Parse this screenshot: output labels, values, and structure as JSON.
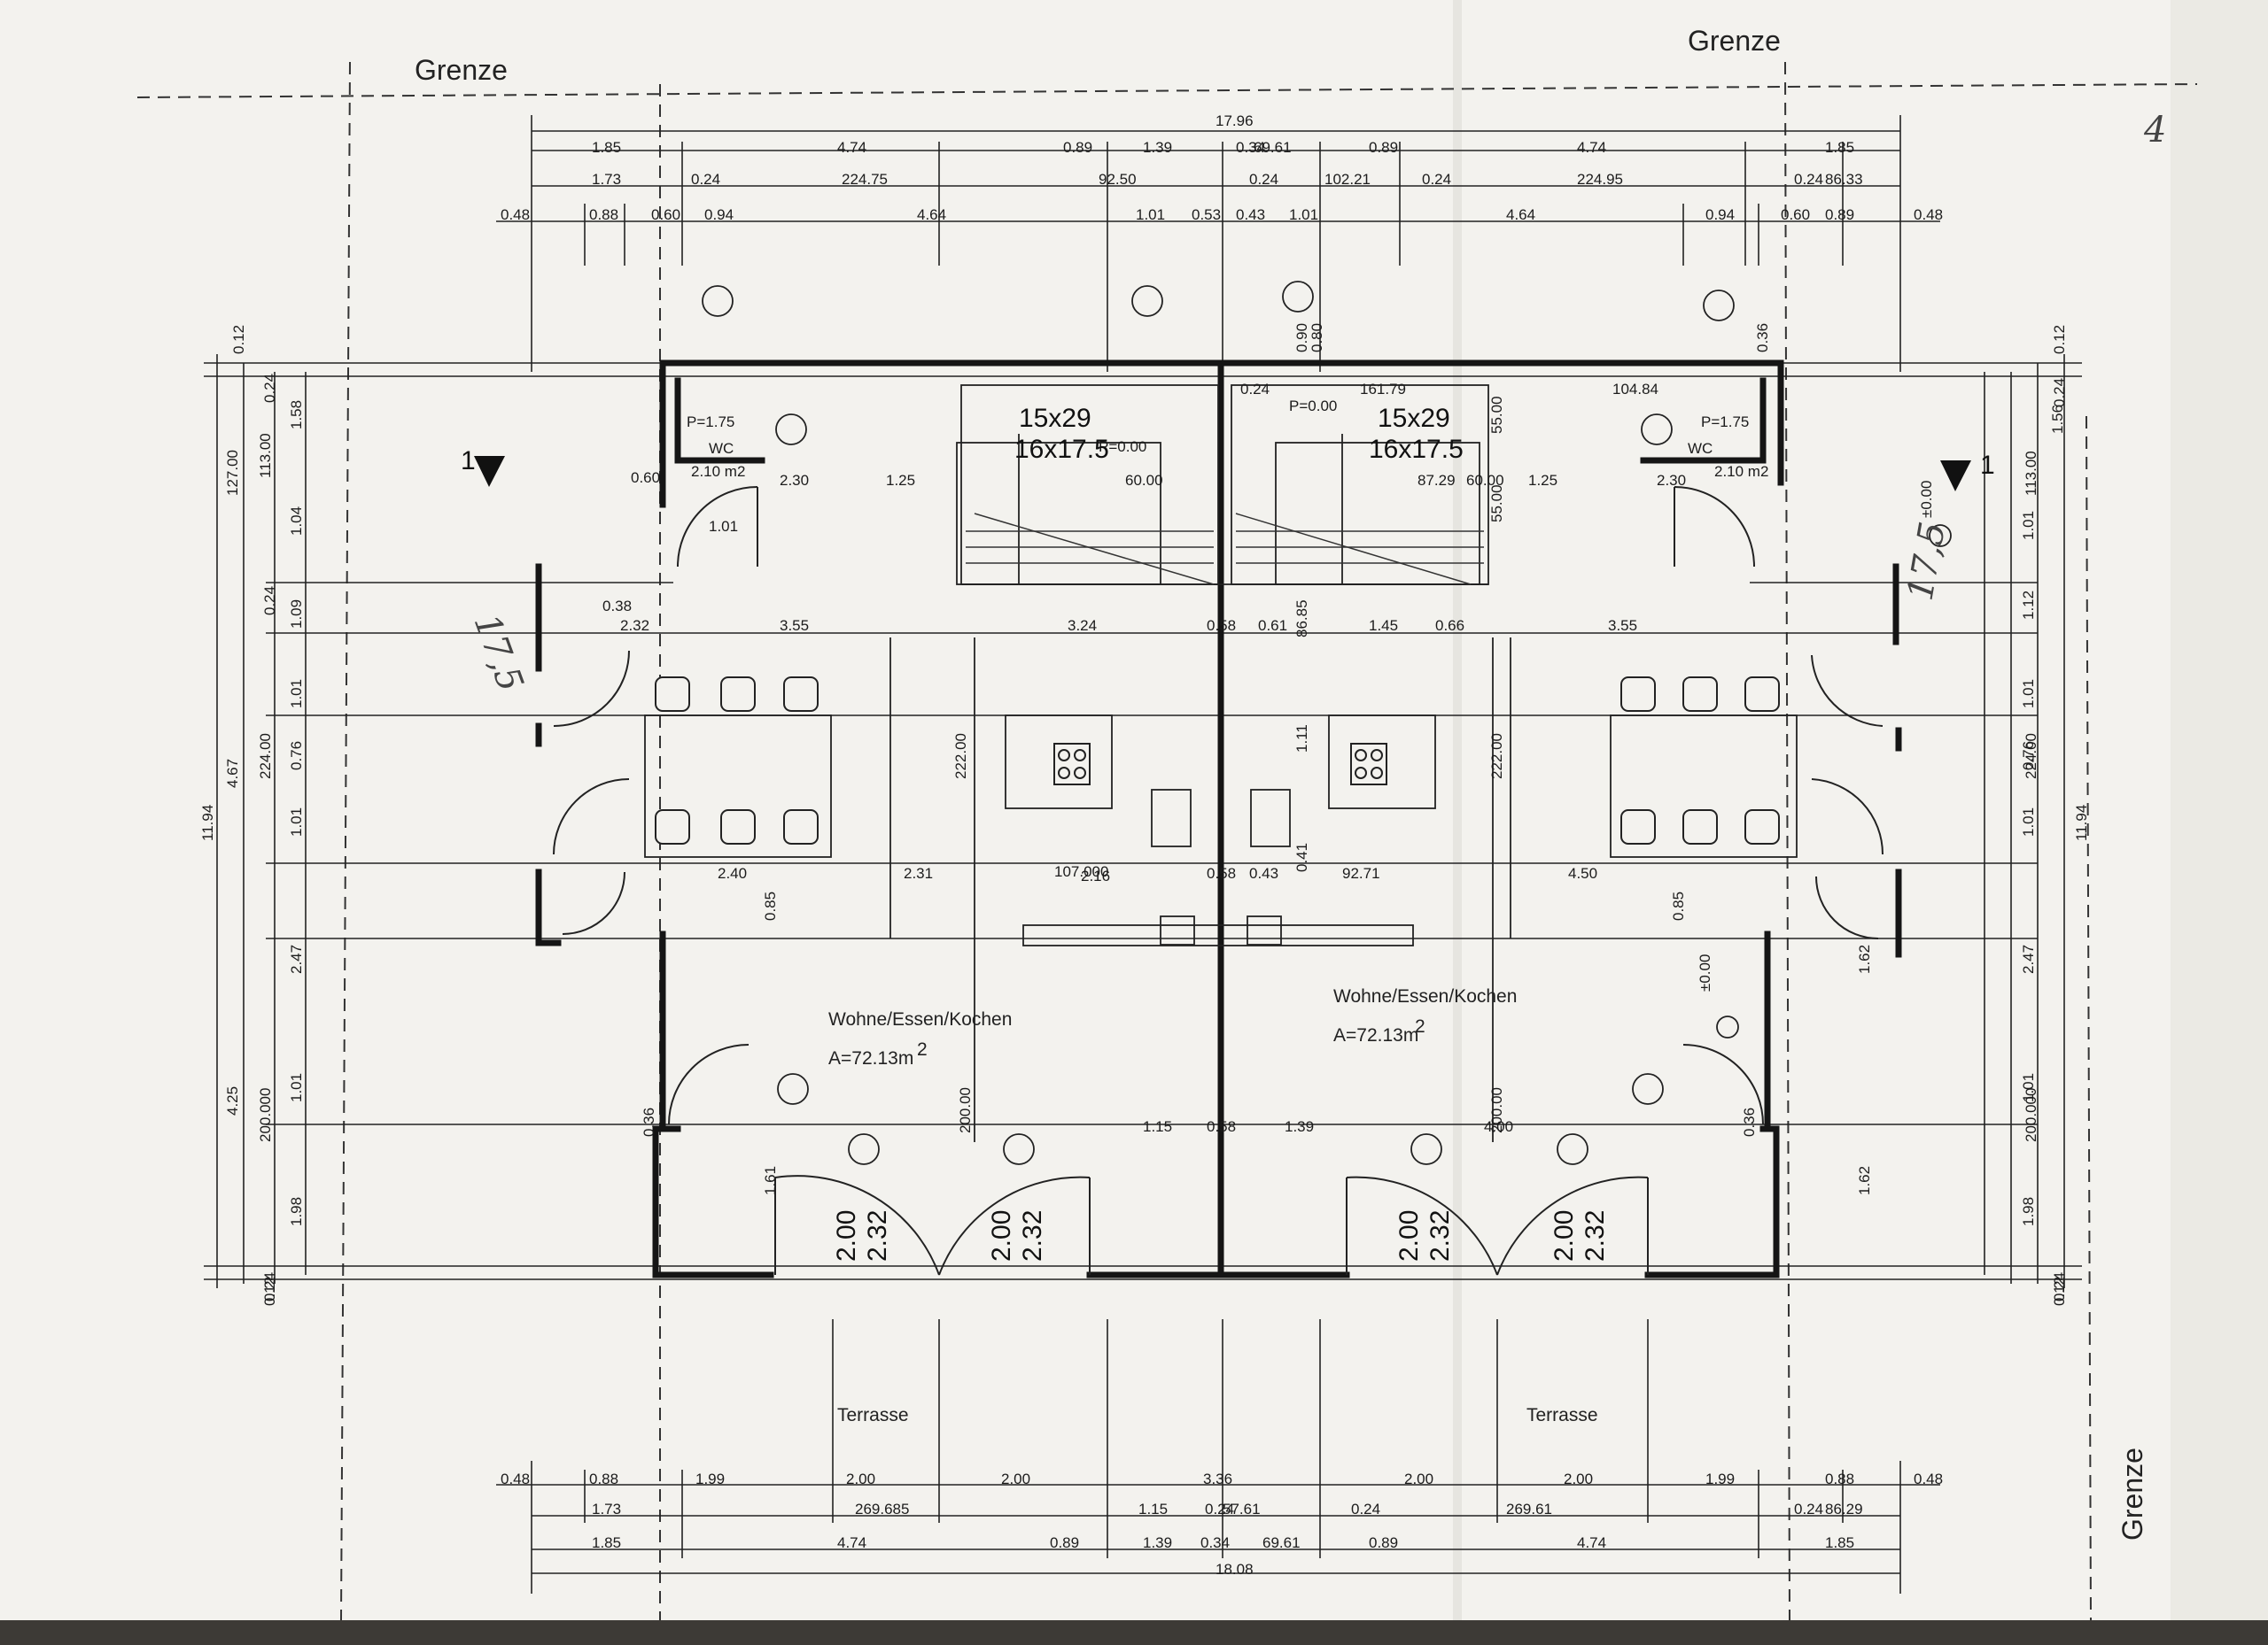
{
  "boundary_label": "Grenze",
  "page_number": "4",
  "room_name": "Wohne/Essen/Kochen",
  "room_area": "A=72.13m",
  "area_exponent": "2",
  "terrace_label": "Terrasse",
  "wc_label": "WC",
  "wc_area": "2.10 m2",
  "stair_spec_1": "15x29",
  "stair_spec_2": "16x17.5",
  "stair_level": "P=0.00",
  "wc_level": "P=1.75",
  "floor_level": "±0.00",
  "door_heights": [
    "2.00",
    "2.32"
  ],
  "section_marker": "1",
  "hand_notes": [
    "17,5",
    "17,5"
  ],
  "dims_top": {
    "overall": "17.96",
    "row1": [
      "1.85",
      "4.74",
      "0.89",
      "1.39",
      "0.34",
      "69.61",
      "0.89",
      "4.74",
      "1.85"
    ],
    "row2": [
      "1.73",
      "0.24",
      "224.75",
      "92.50",
      "0.24",
      "102.21",
      "0.24",
      "224.95",
      "0.24",
      "86.33"
    ],
    "row3": [
      "0.48",
      "0.88",
      "0.60",
      "0.94",
      "4.64",
      "1.01",
      "0.53",
      "0.43",
      "1.01",
      "4.64",
      "0.94",
      "0.60",
      "0.89",
      "0.48"
    ]
  },
  "dims_bottom": {
    "overall": "18.08",
    "row1": [
      "1.85",
      "4.74",
      "0.89",
      "1.39",
      "0.34",
      "69.61",
      "0.89",
      "4.74",
      "1.85"
    ],
    "row2": [
      "1.73",
      "269.685",
      "1.15",
      "0.24",
      "57.61",
      "0.24",
      "269.61",
      "0.24",
      "86.29"
    ],
    "row3": [
      "0.48",
      "0.88",
      "1.99",
      "2.00",
      "2.00",
      "3.36",
      "2.00",
      "2.00",
      "1.99",
      "0.88",
      "0.48"
    ]
  },
  "dims_left": {
    "overall": "11.94",
    "col1": [
      "127.00",
      "4.67",
      "4.25"
    ],
    "col2": [
      "113.00",
      "224.00",
      "200.000"
    ],
    "col3": [
      "1.58",
      "1.04",
      "1.09",
      "1.01",
      "0.76",
      "1.01",
      "2.47",
      "1.01",
      "1.98"
    ],
    "edge": [
      "0.12",
      "0.24",
      "0.24",
      "0.24",
      "0.12"
    ]
  },
  "dims_right": {
    "overall": "11.94",
    "col1": [
      "1.56",
      "113.00",
      "224.00",
      "200.000"
    ],
    "col3": [
      "1.01",
      "1.12",
      "1.01",
      "0.76",
      "1.01",
      "2.47",
      "1.01",
      "1.98"
    ],
    "edge": [
      "0.12",
      "0.24",
      "0.24",
      "0.12"
    ]
  },
  "interior_dims": [
    "3.55",
    "3.24",
    "0.58",
    "0.61",
    "1.45",
    "0.66",
    "3.55",
    "2.40",
    "2.31",
    "107.000",
    "0.58",
    "0.43",
    "92.71",
    "4.50",
    "222.00",
    "222.00",
    "200.00",
    "200.00",
    "1.15",
    "0.58",
    "1.39",
    "4.00",
    "1.61",
    "1.62",
    "1.62",
    "0.85",
    "0.85",
    "0.36",
    "0.36",
    "1.01",
    "2.32",
    "0.38",
    "0.60",
    "1.25",
    "1.25",
    "2.30",
    "2.30",
    "60.00",
    "60.00",
    "87.29",
    "161.79",
    "104.84",
    "55.00",
    "55.00",
    "0.90",
    "0.80",
    "0.36",
    "0.24",
    "86.85",
    "1.11",
    "0.41",
    "2.16"
  ]
}
